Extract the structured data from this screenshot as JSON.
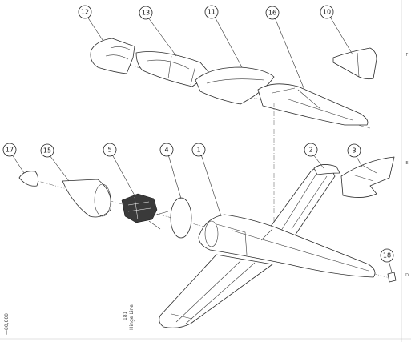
{
  "drawing": {
    "balloons": [
      {
        "id": "balloon-12",
        "label": "12"
      },
      {
        "id": "balloon-13",
        "label": "13"
      },
      {
        "id": "balloon-11",
        "label": "11"
      },
      {
        "id": "balloon-16",
        "label": "16"
      },
      {
        "id": "balloon-10",
        "label": "10"
      },
      {
        "id": "balloon-17",
        "label": "17"
      },
      {
        "id": "balloon-15",
        "label": "15"
      },
      {
        "id": "balloon-5",
        "label": "5"
      },
      {
        "id": "balloon-4",
        "label": "4"
      },
      {
        "id": "balloon-1",
        "label": "1"
      },
      {
        "id": "balloon-2",
        "label": "2"
      },
      {
        "id": "balloon-3",
        "label": "3"
      },
      {
        "id": "balloon-18",
        "label": "18"
      }
    ],
    "zone_labels": {
      "f": "F",
      "e": "E",
      "d": "D"
    },
    "side_note": "—80,000",
    "hinge_note": {
      "line1": "181",
      "line2": "Hinge Line"
    }
  }
}
